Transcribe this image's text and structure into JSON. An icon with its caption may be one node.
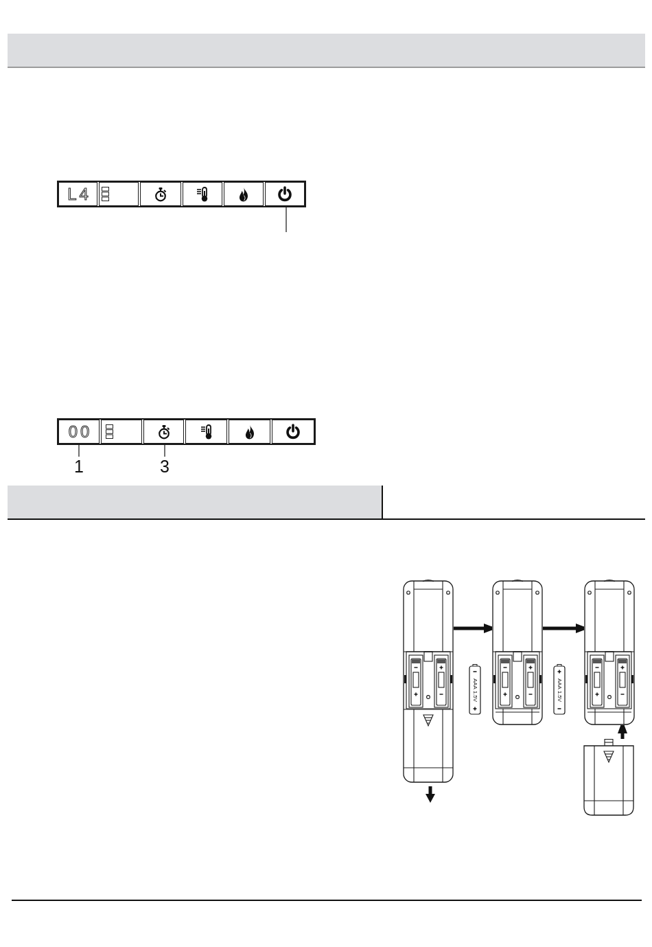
{
  "diagram": {
    "nodes": [
      {
        "text": [],
        "shape": "box"
      },
      {
        "text": [
          "L4"
        ],
        "in": 0
      },
      {
        "text": [],
        "shape": "box",
        "in": 0
      },
      {
        "text": [],
        "shape": "box",
        "in": 0
      },
      {
        "text": [],
        "shape": "box",
        "in": 0
      },
      {
        "text": [],
        "shape": "box",
        "in": 0
      },
      {
        "text": [],
        "shape": "box",
        "in": 0
      },
      {
        "text": [],
        "shape": "box"
      },
      {
        "text": [
          "00"
        ],
        "in": 7
      },
      {
        "text": [],
        "shape": "box",
        "in": 7
      },
      {
        "text": [],
        "shape": "box",
        "in": 7
      },
      {
        "text": [],
        "shape": "box",
        "in": 7
      },
      {
        "text": [],
        "shape": "box",
        "in": 7
      },
      {
        "text": [],
        "shape": "box",
        "in": 7
      },
      {
        "text": [
          "1"
        ]
      },
      {
        "text": [
          "3"
        ]
      },
      {
        "text": [],
        "shape": "picture"
      },
      {
        "text": [],
        "shape": "picture"
      },
      {
        "text": [],
        "shape": "picture"
      },
      {
        "text": [],
        "shape": "picture"
      }
    ],
    "edges": [
      {
        "from": null,
        "to": 6,
        "arrow": "none"
      },
      {
        "from": 14,
        "to": 8,
        "arrow": "none"
      },
      {
        "from": 15,
        "to": 10,
        "arrow": "none"
      },
      {
        "from": 16,
        "to": 17,
        "arrow": "to",
        "style": "thick"
      },
      {
        "from": 17,
        "to": 18,
        "arrow": "to",
        "style": "thick"
      },
      {
        "from": 19,
        "to": 18,
        "arrow": "to",
        "style": "thick"
      }
    ],
    "labels": [
      "AAA 1.5V",
      "AAA 1.5V"
    ]
  }
}
